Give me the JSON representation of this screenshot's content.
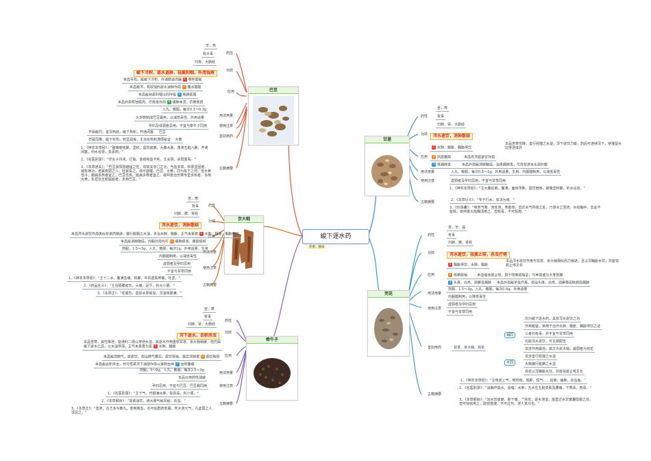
{
  "center": {
    "title": "峻下逐水药",
    "author": "作者：摄卓"
  },
  "badou": {
    "name": "巴豆",
    "yaoxing": {
      "label": "药性",
      "items": [
        "辛，热",
        "有大毒",
        "归胃、大肠经"
      ]
    },
    "gongxiao": {
      "label": "功效",
      "main": "峻下冷积，逐水退肿，祛痰利咽，外用蚀疮"
    },
    "yingyong": {
      "label": "应用",
      "items": [
        {
          "text": "本品辛热，能峻下冷积，开通肠道闭塞",
          "badge": "1",
          "tag": "寒积便秘"
        },
        {
          "text": "本品峻泻，有较强的逐水退肿作用",
          "badge": "2",
          "tag": "腹水臌胀"
        },
        {
          "text": "本品能祛痰利咽以利呼吸",
          "badge": "3",
          "tag": "喉痹痰阻"
        },
        {
          "text": "本品外用有蚀腐肉、疗疮毒作用",
          "badge": "4",
          "tag": "痈肿未溃、疥癣恶疮"
        }
      ]
    },
    "yongfa": {
      "label": "用法用量",
      "items": [
        "入丸、散服，每次0.1～0.3g",
        "大多数制成巴豆霜用，以减低毒性。外用适量"
      ]
    },
    "zhuyi": {
      "label": "使用注意",
      "items": [
        "孕妇及体弱者忌用。不宜与牵牛子同用"
      ]
    },
    "jianbie": {
      "label": "鉴别用药",
      "items": [
        {
          "text": "芒硝峻烈，善泻热结，峻下热积，开通闭塞",
          "tag": "巴豆"
        },
        {
          "text": "芒硝泻降，峻下实热，软坚润燥，主治实热积滞便秘证",
          "tag": "大黄"
        }
      ]
    },
    "guji": {
      "label": "古籍摘要",
      "items": [
        "1、《神农本草经》：\"破癥瘕结聚，坚积，留饮痰癖，大腹水胀，荡涤五脏六腑，开通闭塞，利水谷道，去恶肉。\"",
        "2、《名医别录》：\"疗女子月闭，烂胎，金疮脓血不利，丈夫阴，杀斑蝥毒。\"",
        "3、《本草通玄》：\"巴豆禀阳刚雄猛之性，有斩关夺门之功，气血未衰，积邪坚固者，诚有神功。老羸衰弱之人，轻妄投之，祸不旋踵。巴豆、大黄，同为攻下之剂，但大黄性冷，腑病多热者宜之；巴豆性热，脏病多寒者宜之。故仲景治伤寒传里多热者，多用大黄，东垣治五积属脏者，多用巴豆。\""
      ]
    }
  },
  "jingdaji": {
    "name": "京大戟",
    "yaoxing": {
      "label": "药性",
      "items": [
        "苦，寒",
        "有毒",
        "归肺、脾、肾经"
      ]
    },
    "gongxiao": {
      "label": "功效",
      "main": "泻水逐饮，消肿散结"
    },
    "yingyong": {
      "label": "应用",
      "items": [
        {
          "text": "本品泻水逐饮作用类似甘遂而稍逊，偏行脏腑之水湿，多治水肿、臌胀、正气未衰者",
          "badge": "1",
          "tag": "水肿、臌胀、胸胁停饮"
        },
        {
          "text": "本品能消肿散结，内服外用均可",
          "badge": "2",
          "tag": "痈肿疮毒、瘰疬痰核"
        }
      ]
    },
    "yongfa": {
      "label": "用法用量",
      "items": [
        "煎服，1.5～3g，入丸、散服，每次1g。外用适量，生用",
        "内服醋制用，以减低毒性"
      ]
    },
    "zhuyi": {
      "label": "使用注意",
      "items": [
        "虚弱者及孕妇忌用",
        "不宜与甘草同用"
      ]
    },
    "guji": {
      "label": "古籍摘要",
      "items": [
        "1、《神农本草经》：\"主十二水，腹满急痛，积聚，中风皮肤疼痛，吐逆。\"",
        "2、《药品化义》：\"主治隔膜痰饮，头痛，足汗，利大小肠。\"",
        "3、《本草正》：\"性峻烈，善逐水邪痰涎，泻湿热胀满。\""
      ]
    }
  },
  "qianniuzi": {
    "name": "牵牛子",
    "yaoxing": {
      "label": "药性",
      "items": [
        "苦，寒",
        "有毒",
        "归肺、肾、大肠经"
      ]
    },
    "gongxiao": {
      "label": "功效",
      "main": "泻下逐水，去积杀虫"
    },
    "yingyong": {
      "label": "应用",
      "items": [
        {
          "text": "本品苦寒，其性降泄，能通利二便以排泄水湿，其逐水作用虽较甘遂、京大戟稍缓，但仍属峻下逐水之品，以水湿停滞，正气未衰者为宜",
          "badge": "1",
          "tag": "水肿、臌胀"
        },
        {
          "text": "本品能泄肺气，逐痰饮，用治肺气壅实，痰饮咳喘，面目浮肿者",
          "badge": "2",
          "tag": "痰饮喘咳"
        },
        {
          "text": "本品能去积杀虫，并可借其泻下通便作用以排除虫体",
          "badge": "3",
          "tag": "虫积腹痛"
        }
      ]
    },
    "yongfa": {
      "label": "用法用量",
      "items": [
        "煎服，3～9g，入丸、散服，每次1.5～3g",
        "本品炒用药性减缓"
      ]
    },
    "zhuyi": {
      "label": "使用注意",
      "items": [
        "孕妇忌用。不宜与巴豆、巴豆霜同用"
      ]
    },
    "guji": {
      "label": "古籍摘要",
      "items": [
        "1、《名医别录》：\"主下气，疗脚满水肿，除风毒，利小便。\"",
        "2、《本草纲目》：\"逐痰消饮，通大肠气秘风秘，杀虫。\"",
        "3、《本草正》：\"善泄，古方多为散丸，若用救急，亦可佐群药煎服，然大泄元气，凡虚弱之人须忌之。\""
      ]
    }
  },
  "gansui": {
    "name": "甘遂",
    "yaoxing": {
      "label": "药性",
      "items": [
        "苦，寒",
        "有毒",
        "归肺、肾、大肠经"
      ]
    },
    "gongxiao": {
      "label": "功效",
      "main": "泻水逐饮，消肿散结"
    },
    "yingyong": {
      "label": "应用",
      "items": [
        {
          "text": "本品苦寒性降，善行经隧之水湿，泻下逐饮力峻，药后可连续泻下，使潴留水饮排泄体外",
          "badge": "1",
          "tag": "水肿、臌胀、胸胁停饮"
        },
        {
          "text": "本品有泻痰逐饮作用",
          "badge": "2",
          "tag": "风痰癫痫"
        },
        {
          "text": "本品外用能消肿散结，治疮痈肿毒，可用甘遂末水调外敷",
          "badge": "3",
          "tag": "疮痈肿毒"
        }
      ]
    },
    "yongfa": {
      "label": "用法用量",
      "items": [
        "入丸、散服，每次0.5～1g。外用适量，生用。内服醋制用，以减低毒性"
      ]
    },
    "zhuyi": {
      "label": "使用注意",
      "items": [
        "虚弱者及孕妇忌用，不宜与甘草同用"
      ]
    },
    "guji": {
      "label": "古籍摘要",
      "items": [
        "1、《神农本草经》：\"主大腹疝瘕，腹满，面目浮肿，留饮宿食，破癥坚积聚，利水谷道。\"",
        "2、《本草衍义》：\"专于行水，攻决为用。\"",
        "3、《珍珠囊》：\"味苦气寒。苦性泄，寒胜热，直达水气所结之处，乃泄水之圣药。水结胸中，非此不能除，故仲景大陷胸汤用之。但有毒，不可轻用。\""
      ]
    }
  },
  "yuanhua": {
    "name": "芫花",
    "yaoxing": {
      "label": "药性",
      "items": [
        "苦，辛，温",
        "有毒",
        "归肺、脾、肾经"
      ]
    },
    "gongxiao": {
      "label": "功效",
      "main": "泻水逐饮，祛痰止咳，杀虫疗疮"
    },
    "yingyong": {
      "label": "应用",
      "items": [
        {
          "text": "本品泻水逐饮作用与甘遂、京大戟相似而力稍逊，且以泻胸胁水饮，并能祛痰止咳见长",
          "badge": "1",
          "tag": "胸胁停饮、水肿、臌胀"
        },
        {
          "text": "本品能祛痰止咳，用于咳嗽痰喘证，可单用或与大枣煎服",
          "badge": "2",
          "tag": "咳嗽痰喘"
        },
        {
          "text": "本品外用能杀虫疗疮，用治头疮、白秃、顽癣等皮肤病及痈肿",
          "badge": "3",
          "tag": "头疮、白秃、顽癣及痈肿"
        }
      ]
    },
    "yongfa": {
      "label": "用法用量",
      "items": [
        "煎服，1.5～3g，入丸、散服，每次0.6g。外用适量",
        "内服醋制用，以降低毒性"
      ]
    },
    "zhuyi": {
      "label": "使用注意",
      "items": [
        "虚弱者及孕妇忌用",
        "不宜与甘草同用"
      ]
    },
    "jianbie": {
      "label": "鉴别用药",
      "root": "甘遂、京大戟、芫花",
      "xiangtong": {
        "label": "相同",
        "items": [
          "均为峻下逐水药，具有泻水逐饮之功",
          "作用峻猛，常用于治疗水肿、臌胀、胸胁停饮之证",
          "三者均有毒，并不宜与甘草同用",
          "均能泻水逐饮，可互相配伍"
        ]
      },
      "butong": {
        "label": "不同",
        "items": [
          "甘遂作用最强，其次为京大戟，最弱者为芫花",
          "甘遂善行经隧之水湿",
          "大戟偏行脏腑之水湿",
          "芫花以泻胸胁水饮，并能祛痰止咳见长"
        ]
      }
    },
    "guji": {
      "label": "古籍摘要",
      "items": [
        "1、《神农本草经》：\"主咳逆上气，喉鸣喘，咽肿，短气……疝瘕，痈肿，杀虫鱼。\"",
        "2、《名医别录》：\"消胸中痰水，喜唾，水肿，五水在五脏皮肤及腰痛，下寒毒，肉毒。\"",
        "3、《本草纲目》：\"治水饮痰癖，胁下痛。\"\"芫花，逐水泄湿，能直达水饮窠囊隐僻之处，但可徐徐用之，取效甚捷，不可过剂，泄人真元也。\""
      ]
    }
  },
  "colors": {
    "badou": "#e05a3a",
    "jingdaji": "#d66b2a",
    "qianniuzi": "#8a5fb5",
    "gansui": "#3b8fd4",
    "yuanhua": "#3aa0c9",
    "accent": "#d03010"
  }
}
